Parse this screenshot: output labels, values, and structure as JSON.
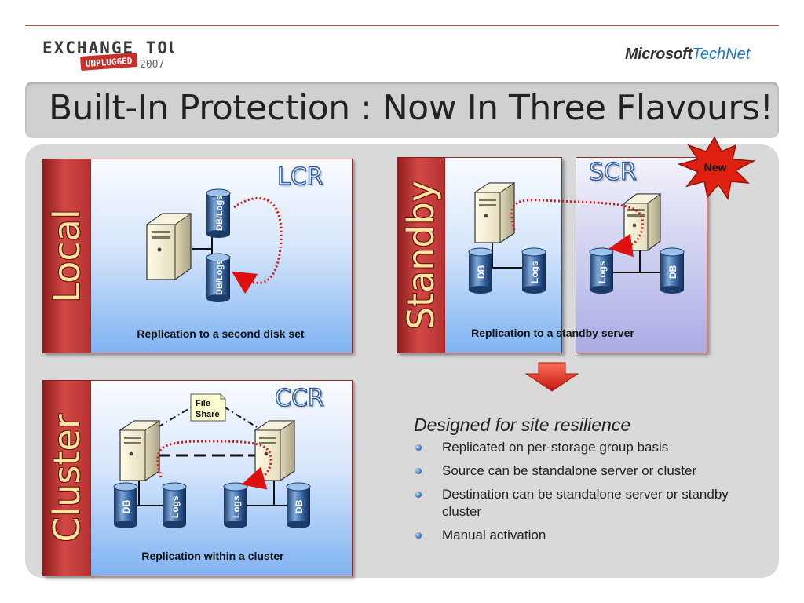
{
  "header": {
    "logo_left": {
      "line1": "EXCHANGE TOUR",
      "badge": "UNPLUGGED",
      "year": "2007"
    },
    "logo_right": {
      "microsoft": "Microsoft",
      "technet": "TechNet"
    }
  },
  "title": "Built-In Protection : Now In Three Flavours!",
  "panels": {
    "local": {
      "side_label": "Local",
      "tag": "LCR",
      "db_label": "DB/Logs",
      "caption": "Replication to a second disk set"
    },
    "standby": {
      "side_label": "Standby",
      "tag": "SCR",
      "new_badge": "New",
      "db_label": "DB",
      "logs_label": "Logs",
      "caption": "Replication to a standby server"
    },
    "cluster": {
      "side_label": "Cluster",
      "tag": "CCR",
      "file_share": [
        "File",
        "Share"
      ],
      "db_label": "DB",
      "logs_label": "Logs",
      "caption": "Replication within a cluster"
    }
  },
  "callout": {
    "heading": "Designed for site resilience",
    "bullets": [
      "Replicated on per-storage group basis",
      "Source can be standalone server or cluster",
      "Destination can be standalone server or standby cluster",
      "Manual activation"
    ]
  },
  "colors": {
    "accent_red": "#c0504d",
    "side_red": "#c0392b",
    "panel_blue": "#7fb3f2",
    "scr_lavender": "#b3b5e8",
    "replication_dots": "#e01010",
    "badge_star": "#e02010"
  }
}
